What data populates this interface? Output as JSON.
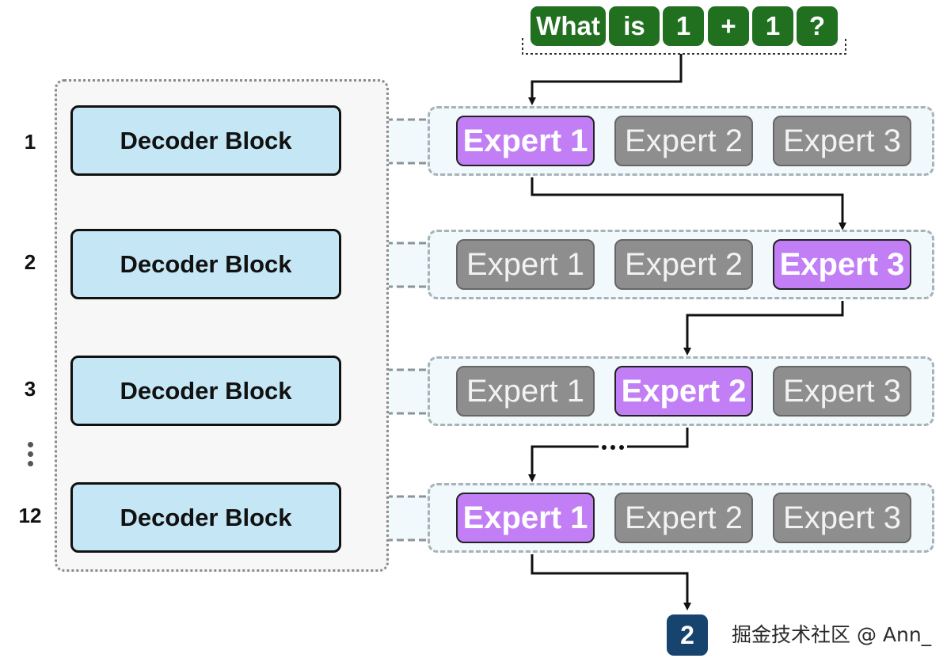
{
  "tokens": [
    "What",
    "is",
    "1",
    "+",
    "1",
    "?"
  ],
  "layers": [
    {
      "number": "1",
      "decoder_label": "Decoder Block",
      "experts": [
        "Expert 1",
        "Expert 2",
        "Expert 3"
      ],
      "active_expert": 1
    },
    {
      "number": "2",
      "decoder_label": "Decoder Block",
      "experts": [
        "Expert 1",
        "Expert 2",
        "Expert 3"
      ],
      "active_expert": 3
    },
    {
      "number": "3",
      "decoder_label": "Decoder Block",
      "experts": [
        "Expert 1",
        "Expert 2",
        "Expert 3"
      ],
      "active_expert": 2
    },
    {
      "number": "12",
      "decoder_label": "Decoder Block",
      "experts": [
        "Expert 1",
        "Expert 2",
        "Expert 3"
      ],
      "active_expert": 1
    }
  ],
  "output": "2",
  "watermark": "掘金技术社区 @ Ann_",
  "colors": {
    "token": "#207020",
    "decoder": "#c5e7f5",
    "active_expert": "#c27ef5",
    "inactive_expert": "#8e8e8e",
    "output": "#17446f"
  }
}
